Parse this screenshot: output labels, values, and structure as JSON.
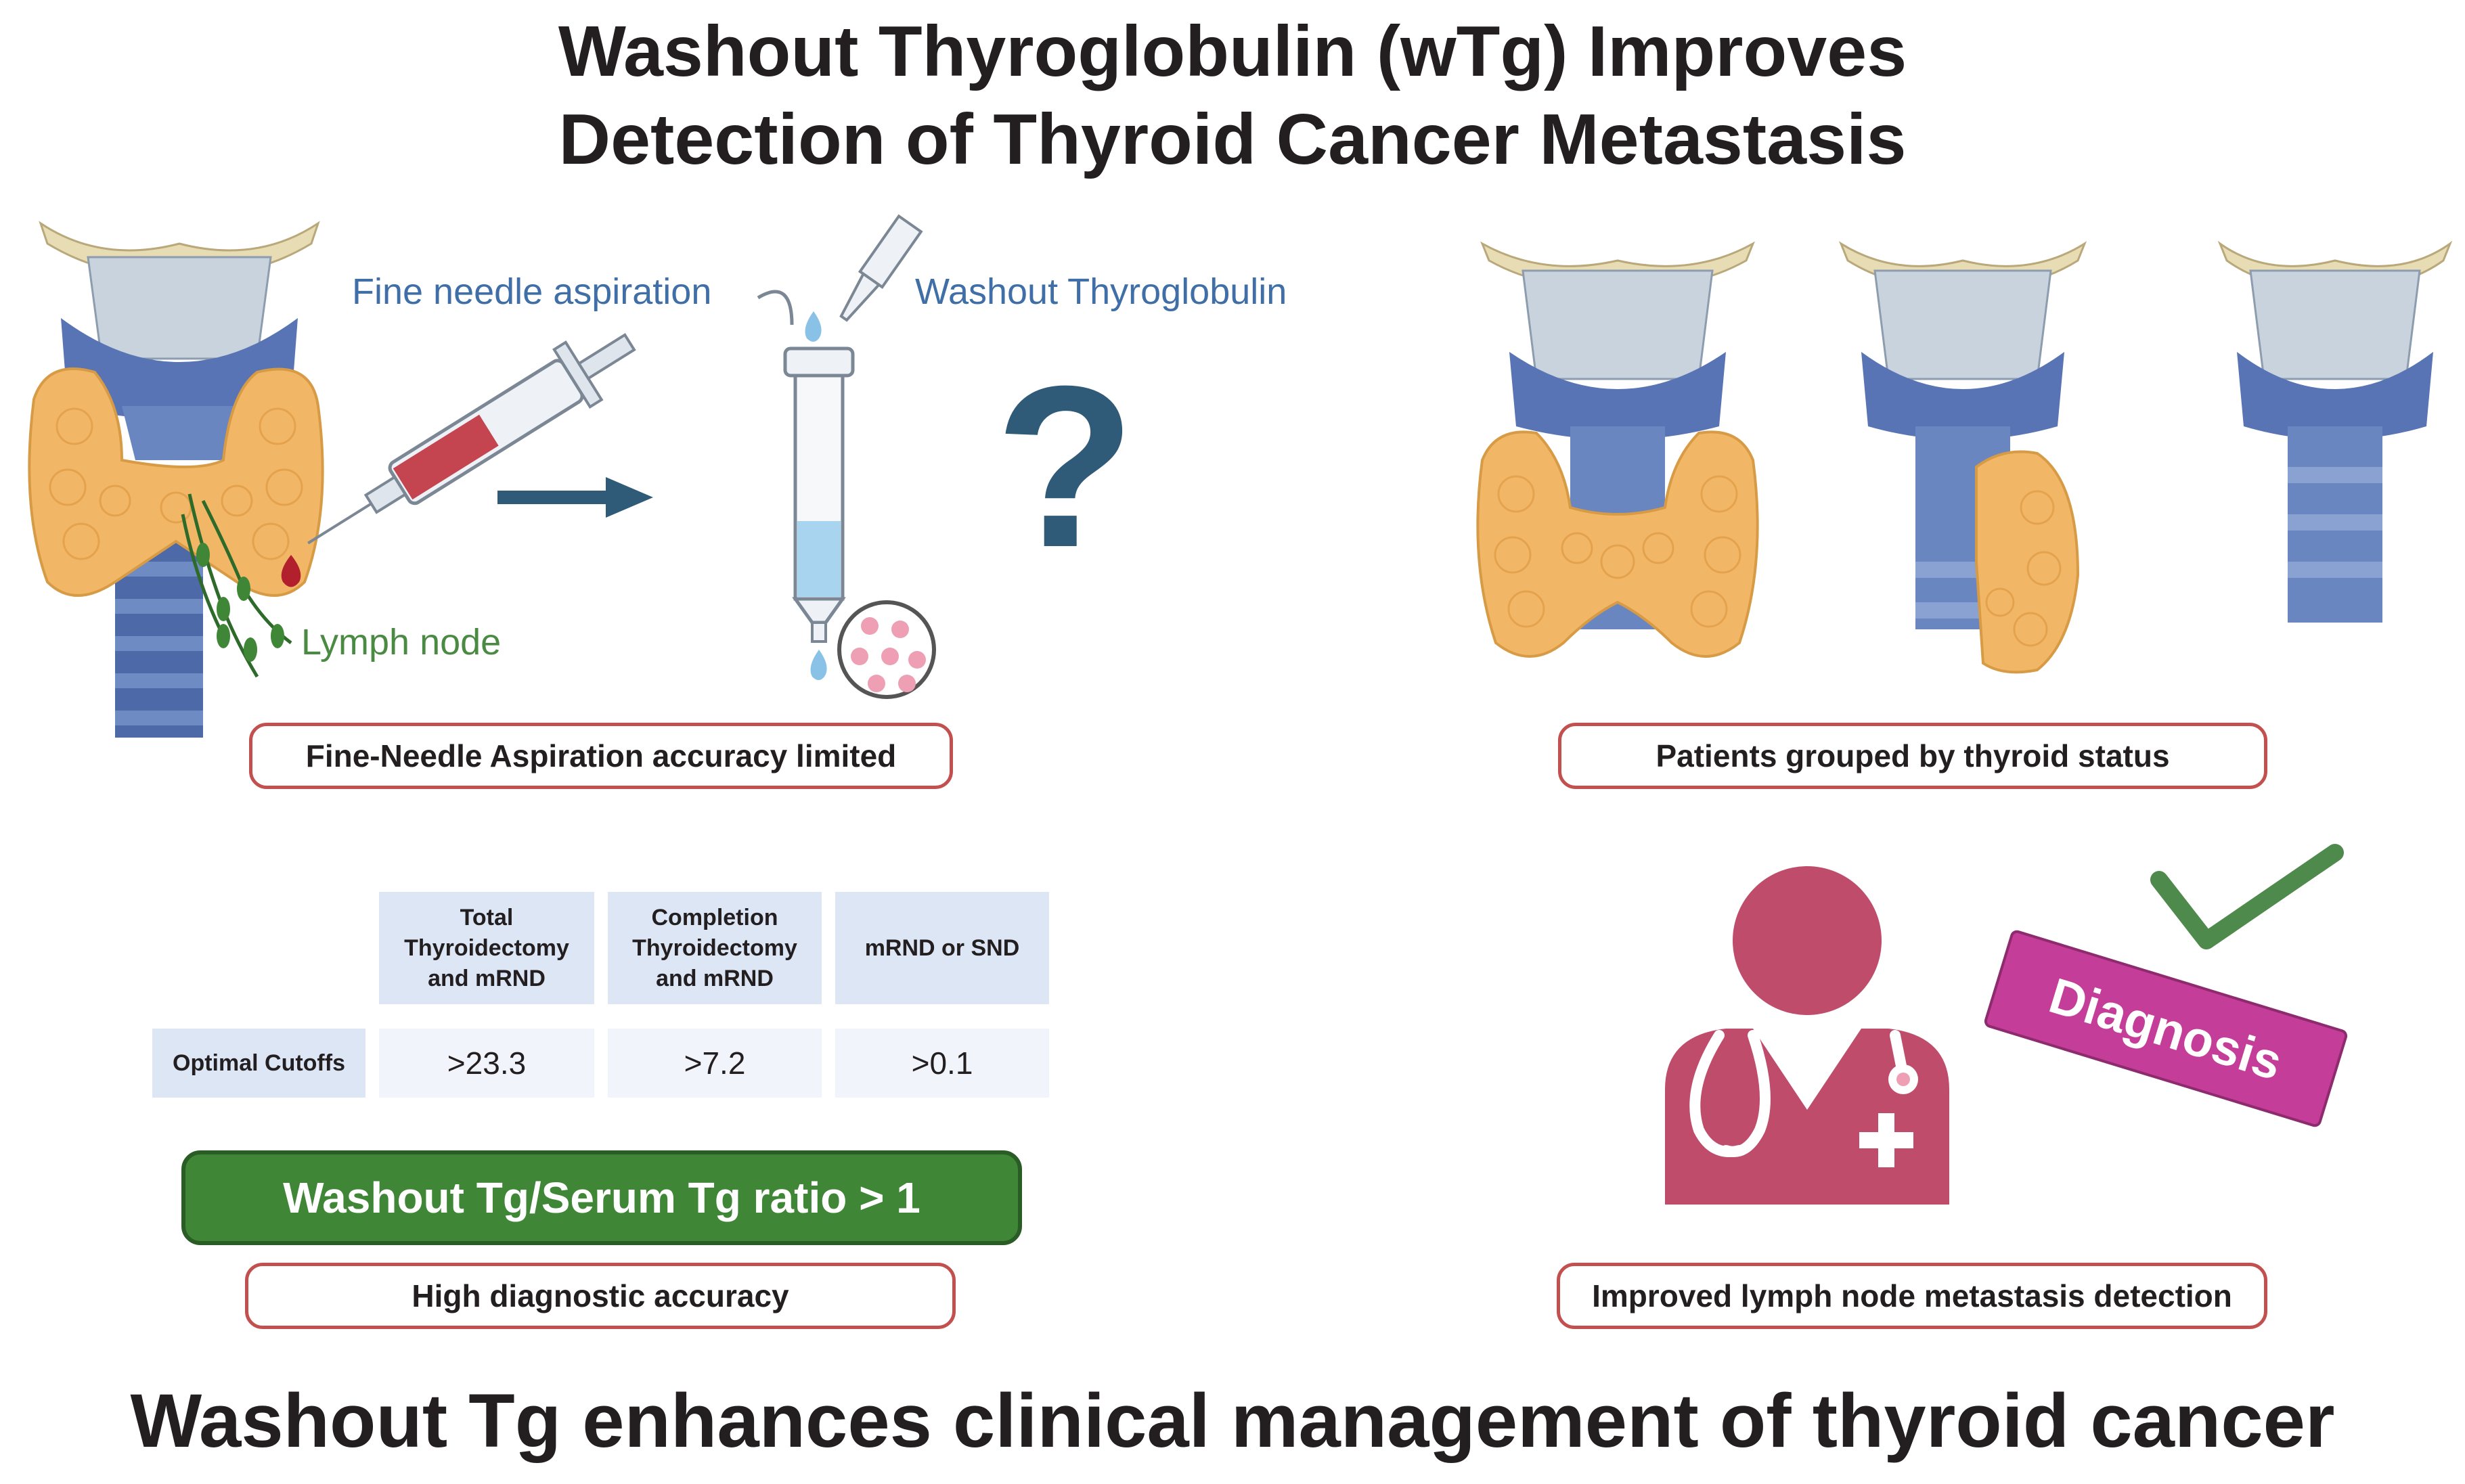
{
  "title": {
    "line1": "Washout Thyroglobulin (wTg) Improves",
    "line2": "Detection of Thyroid Cancer Metastasis"
  },
  "top_left": {
    "fna_label": "Fine needle aspiration",
    "wtg_label": "Washout Thyroglobulin",
    "lymph_label": "Lymph node",
    "question_mark": "?",
    "caption": "Fine-Needle Aspiration accuracy limited"
  },
  "top_right": {
    "caption": "Patients grouped by thyroid status"
  },
  "cutoff_table": {
    "columns": [
      "Total\nThyroidectomy\nand mRND",
      "Completion\nThyroidectomy\nand mRND",
      "mRND or SND"
    ],
    "row_label": "Optimal Cutoffs",
    "values": [
      ">23.3",
      ">7.2",
      ">0.1"
    ]
  },
  "ratio_bar": "Washout Tg/Serum Tg ratio > 1",
  "accuracy_caption": "High diagnostic accuracy",
  "diagnosis": {
    "stamp": "Diagnosis",
    "caption": "Improved lymph node metastasis detection"
  },
  "conclusion": "Washout Tg enhances clinical management of thyroid cancer",
  "colors": {
    "thyroid": "#f2b766",
    "cartilage": "#5874b4",
    "box_border": "#c2504f",
    "green_bar": "#3f8636",
    "doctor": "#c04c6c",
    "stamp": "#c43d98",
    "check": "#4e8a4b",
    "arrow": "#2f5a78"
  }
}
